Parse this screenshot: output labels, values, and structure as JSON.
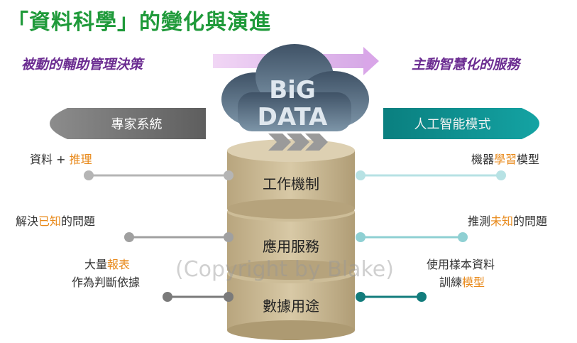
{
  "title": "「資料科學」的變化與演進",
  "left_subheading": "被動的輔助管理決策",
  "right_subheading": "主動智慧化的服務",
  "cloud_text": {
    "line1": "BiG",
    "line2": "DATA"
  },
  "left_pill": "專家系統",
  "right_pill": "人工智能模式",
  "cylinder_layers": [
    "工作機制",
    "應用服務",
    "數據用途"
  ],
  "left_labels": {
    "row1": {
      "normal": "資料 + ",
      "highlight": "推理"
    },
    "row2": {
      "before": "解決",
      "highlight": "已知",
      "after": "的問題"
    },
    "row3": {
      "line1_normal": "大量",
      "line1_highlight": "報表",
      "line2": "作為判斷依據"
    }
  },
  "right_labels": {
    "row1": {
      "before": "機器",
      "highlight": "學習",
      "after": "模型"
    },
    "row2": {
      "before": "推測",
      "highlight": "未知",
      "after": "的問題"
    },
    "row3": {
      "line1": "使用樣本資料",
      "line2_normal": "訓練",
      "line2_highlight": "模型"
    }
  },
  "watermark": "(Copyright by Blake)",
  "colors": {
    "title": "#1f9a3a",
    "subhead": "#6b2c91",
    "highlight": "#e8891a",
    "left_pill": "#7a7a7a",
    "right_pill": "#0e8f8f",
    "connector_gray": "#b0b0b0",
    "connector_teal": "#a9dde0",
    "connector_dark_teal": "#127c7c",
    "cylinder_top": "#d9ccb0",
    "cylinder_body": "#c8b894",
    "cloud": "#5a6f82"
  }
}
